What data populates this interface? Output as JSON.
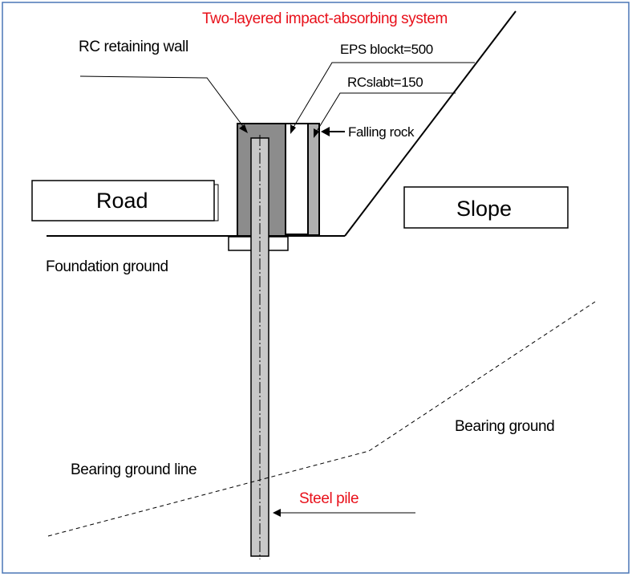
{
  "title": "Two-layered impact-absorbing system",
  "labels": {
    "rc_wall": "RC retaining wall",
    "eps_block": "EPS blockt=500",
    "rc_slab": "RCslabt=150",
    "falling_rock": "Falling rock",
    "road": "Road",
    "slope": "Slope",
    "foundation_ground": "Foundation ground",
    "bearing_ground": "Bearing ground",
    "bearing_ground_line": "Bearing ground line",
    "steel_pile": "Steel pile"
  },
  "colors": {
    "frame_border": "#4a76b5",
    "highlight_text": "#e8101a",
    "wall_fill": "#8c8c8c",
    "slab_fill": "#b0b0b0",
    "pile_fill": "#c8c8c8"
  }
}
